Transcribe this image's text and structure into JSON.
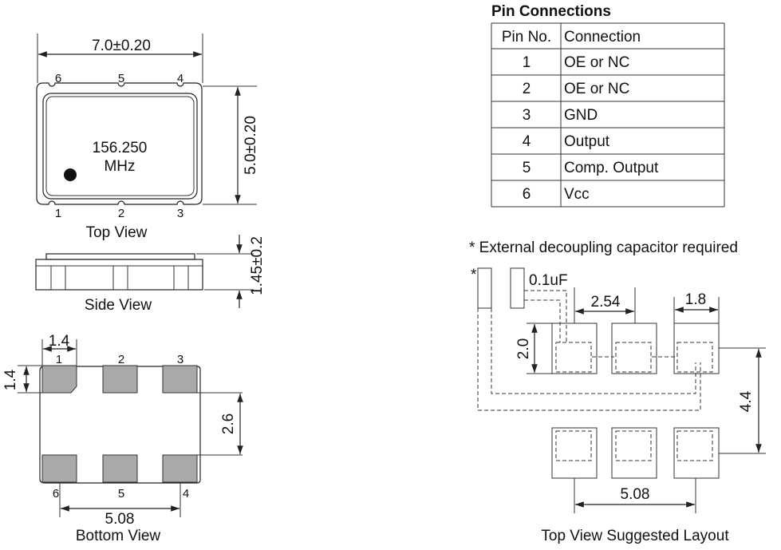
{
  "top_view": {
    "width_dim": "7.0±0.20",
    "height_dim": "5.0±0.20",
    "pins_top": [
      "6",
      "5",
      "4"
    ],
    "pins_bottom": [
      "1",
      "2",
      "3"
    ],
    "marking_line1": "156.250",
    "marking_line2": "MHz",
    "caption": "Top View"
  },
  "side_view": {
    "height_dim": "1.45±0.2",
    "caption": "Side View"
  },
  "bottom_view": {
    "pad_width_dim": "1.4",
    "pad_height_dim": "1.4",
    "pad_gap_dim": "2.6",
    "pitch_dim": "5.08",
    "pins_top": [
      "1",
      "2",
      "3"
    ],
    "pins_bottom": [
      "6",
      "5",
      "4"
    ],
    "caption": "Bottom View"
  },
  "pin_table": {
    "title": "Pin Connections",
    "headers": [
      "Pin No.",
      "Connection"
    ],
    "rows": [
      [
        "1",
        "OE or NC"
      ],
      [
        "2",
        "OE or NC"
      ],
      [
        "3",
        "GND"
      ],
      [
        "4",
        "Output"
      ],
      [
        "5",
        "Comp. Output"
      ],
      [
        "6",
        "Vcc"
      ]
    ]
  },
  "layout": {
    "note": "* External decoupling capacitor required",
    "asterisk": "*",
    "cap_label": "0.1uF",
    "pitch_dim": "2.54",
    "pad_width_dim": "1.8",
    "pad_height_dim": "2.0",
    "row_gap_dim": "4.4",
    "span_dim": "5.08",
    "caption": "Top View Suggested Layout"
  }
}
